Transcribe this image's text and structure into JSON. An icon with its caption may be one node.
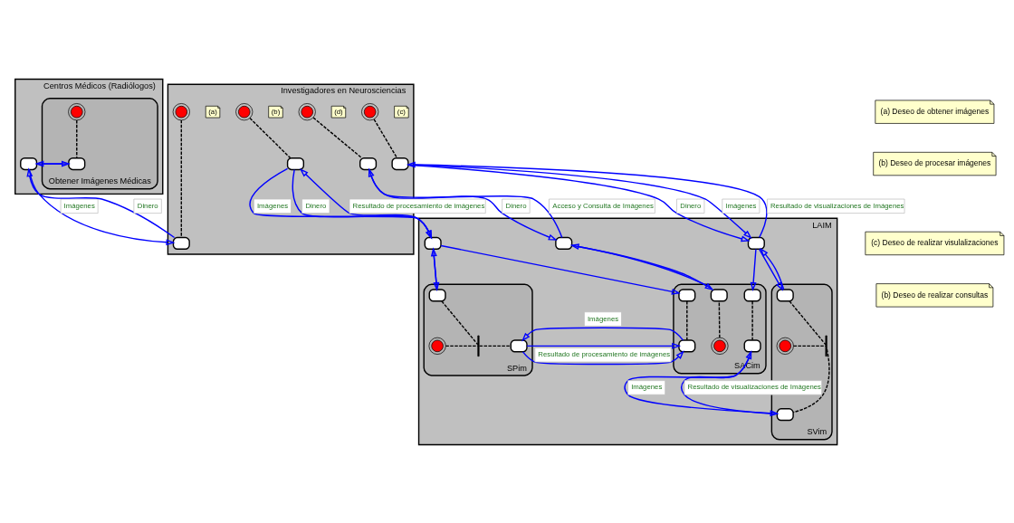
{
  "diagram": {
    "nodes": [
      {
        "text": [
          "Centros Médicos (Radiólogos)"
        ]
      },
      {
        "text": [
          "Obtener Imágenes Médicas"
        ],
        "in": 0
      },
      {
        "text": [],
        "shape": "circle",
        "in": 1
      },
      {
        "text": [],
        "shape": "box",
        "in": 1
      },
      {
        "text": [],
        "shape": "box",
        "in": 0
      },
      {
        "text": [
          "Investigadores en Neurosciencias"
        ]
      },
      {
        "text": [],
        "shape": "circle",
        "beside": [
          "(a)"
        ],
        "in": 5
      },
      {
        "text": [],
        "shape": "circle",
        "beside": [
          "(b)"
        ],
        "in": 5
      },
      {
        "text": [],
        "shape": "circle",
        "beside": [
          "(d)"
        ],
        "in": 5
      },
      {
        "text": [],
        "shape": "circle",
        "beside": [
          "(c)"
        ],
        "in": 5
      },
      {
        "text": [],
        "shape": "box",
        "in": 5
      },
      {
        "text": [],
        "shape": "box",
        "in": 5
      },
      {
        "text": [],
        "shape": "box",
        "in": 5
      },
      {
        "text": [],
        "shape": "box",
        "in": 5
      },
      {
        "text": [
          "LAIM"
        ]
      },
      {
        "text": [],
        "shape": "box",
        "in": 14
      },
      {
        "text": [],
        "shape": "box",
        "in": 14
      },
      {
        "text": [],
        "shape": "box",
        "in": 14
      },
      {
        "text": [
          "SPim"
        ],
        "in": 14
      },
      {
        "text": [],
        "shape": "circle",
        "in": 18
      },
      {
        "text": [],
        "shape": "bar",
        "in": 18
      },
      {
        "text": [],
        "shape": "box",
        "in": 18
      },
      {
        "text": [],
        "shape": "box",
        "in": 18
      },
      {
        "text": [
          "SACim"
        ],
        "in": 14
      },
      {
        "text": [],
        "shape": "circle",
        "in": 23
      },
      {
        "text": [],
        "shape": "box",
        "in": 23
      },
      {
        "text": [],
        "shape": "box",
        "in": 23
      },
      {
        "text": [],
        "shape": "box",
        "in": 23
      },
      {
        "text": [],
        "shape": "box",
        "in": 23
      },
      {
        "text": [],
        "shape": "box",
        "in": 23
      },
      {
        "text": [
          "SVim"
        ],
        "in": 14
      },
      {
        "text": [],
        "shape": "circle",
        "in": 30
      },
      {
        "text": [],
        "shape": "bar",
        "in": 30
      },
      {
        "text": [],
        "shape": "box",
        "in": 30
      },
      {
        "text": [],
        "shape": "box",
        "in": 30
      }
    ],
    "edges": [
      {
        "from": 3,
        "to": 4,
        "arrow": "to"
      },
      {
        "from": 4,
        "to": 3,
        "arrow": "to"
      },
      {
        "from": 4,
        "to": 10,
        "arrow": "to",
        "label": "Imágenes"
      },
      {
        "from": 10,
        "to": 4,
        "arrow": "to",
        "label": "Dinero"
      },
      {
        "from": 15,
        "to": 11,
        "arrow": "to",
        "label": "Resultado de procesamiento de imágenes"
      },
      {
        "from": 11,
        "to": 15,
        "arrow": "to",
        "label": "Dinero"
      },
      {
        "from": 11,
        "to": 15,
        "arrow": "to",
        "label": "Imágenes"
      },
      {
        "from": 16,
        "to": 12,
        "arrow": "to",
        "label": "Acceso y Consulta de Imágenes"
      },
      {
        "from": 12,
        "to": 16,
        "arrow": "to",
        "label": "Dinero"
      },
      {
        "from": 13,
        "to": 17,
        "arrow": "to",
        "label": "Dinero"
      },
      {
        "from": 13,
        "to": 17,
        "arrow": "to",
        "label": "Imágenes"
      },
      {
        "from": 17,
        "to": 13,
        "arrow": "to",
        "label": "Resultado de visualizaciones de Imágenes"
      },
      {
        "from": 21,
        "to": 15,
        "arrow": "to"
      },
      {
        "from": 15,
        "to": 21,
        "arrow": "to"
      },
      {
        "from": 15,
        "to": 25,
        "arrow": "to"
      },
      {
        "from": 26,
        "to": 16,
        "arrow": "to"
      },
      {
        "from": 16,
        "to": 26,
        "arrow": "to"
      },
      {
        "from": 17,
        "to": 27,
        "arrow": "to"
      },
      {
        "from": 17,
        "to": 33,
        "arrow": "to"
      },
      {
        "from": 33,
        "to": 17,
        "arrow": "to"
      },
      {
        "from": 28,
        "to": 22,
        "arrow": "to",
        "label": "Imágenes"
      },
      {
        "from": 22,
        "to": 28,
        "arrow": "to",
        "label": "Resultado de procesamiento de imágenes"
      },
      {
        "from": 29,
        "to": 34,
        "arrow": "to",
        "label": "Imágenes"
      },
      {
        "from": 34,
        "to": 29,
        "arrow": "to",
        "label": "Resultado de visualizaciones de Imágenes"
      },
      {
        "from": 2,
        "to": 3,
        "arrow": "none",
        "style": "dashed",
        "color": "#000000"
      },
      {
        "from": 6,
        "to": 10,
        "arrow": "none",
        "style": "dashed",
        "color": "#000000"
      },
      {
        "from": 7,
        "to": 11,
        "arrow": "none",
        "style": "dashed",
        "color": "#000000"
      },
      {
        "from": 8,
        "to": 12,
        "arrow": "none",
        "style": "dashed",
        "color": "#000000"
      },
      {
        "from": 9,
        "to": 13,
        "arrow": "none",
        "style": "dashed",
        "color": "#000000"
      },
      {
        "from": 21,
        "to": 20,
        "arrow": "none",
        "style": "dashed",
        "color": "#000000"
      },
      {
        "from": 19,
        "to": 20,
        "arrow": "none",
        "style": "dashed",
        "color": "#000000"
      },
      {
        "from": 20,
        "to": 22,
        "arrow": "none",
        "style": "dashed",
        "color": "#000000"
      },
      {
        "from": 24,
        "to": 26,
        "arrow": "none",
        "style": "dashed",
        "color": "#000000"
      },
      {
        "from": 25,
        "to": 28,
        "arrow": "none",
        "style": "dashed",
        "color": "#000000"
      },
      {
        "from": 27,
        "to": 29,
        "arrow": "none",
        "style": "dashed",
        "color": "#000000"
      },
      {
        "from": 33,
        "to": 32,
        "arrow": "none",
        "style": "dashed",
        "color": "#000000"
      },
      {
        "from": 31,
        "to": 32,
        "arrow": "none",
        "style": "dashed",
        "color": "#000000"
      },
      {
        "from": 32,
        "to": 34,
        "arrow": "none",
        "style": "dashed",
        "color": "#000000"
      }
    ],
    "labels": [
      "(a) Deseo de obtener imágenes",
      "(b) Deseo de procesar imágenes",
      "(c) Deseo de realizar visulalizaciones",
      "(b) Deseo de realizar consultas"
    ]
  }
}
